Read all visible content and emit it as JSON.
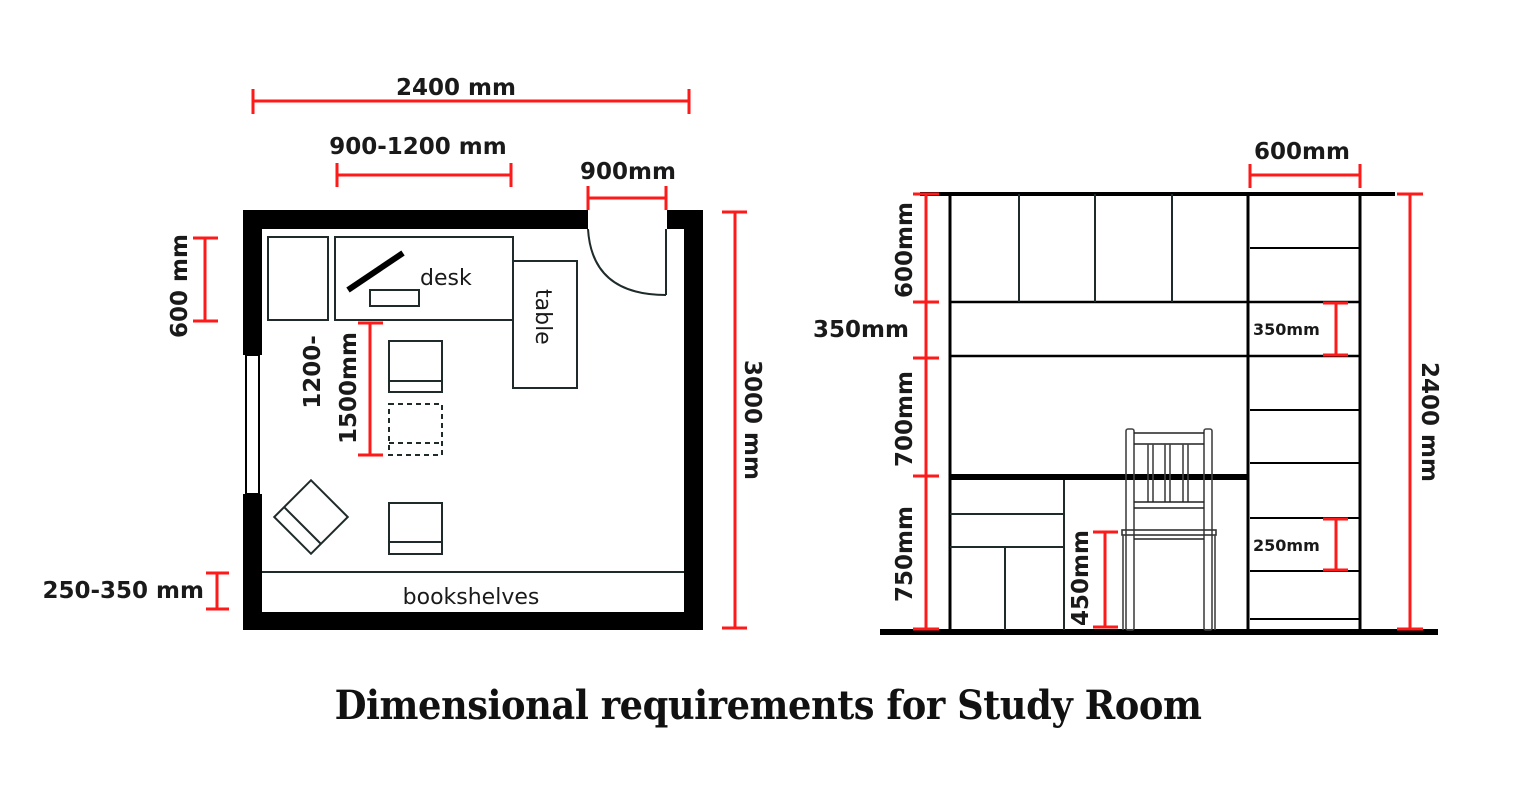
{
  "title": "Dimensional requirements for Study Room",
  "colors": {
    "dimension_line": "#ff1a1a",
    "wall": "#000000",
    "furniture_line": "#1f2a2a",
    "text": "#1a1a1a"
  },
  "floor_plan": {
    "labels": {
      "desk": "desk",
      "table": "table",
      "bookshelves": "bookshelves"
    },
    "dimensions": {
      "room_width": "2400 mm",
      "desk_width": "900-1200 mm",
      "door_width": "900mm",
      "cabinet_depth": "600 mm",
      "clearance_line1": "1200-",
      "clearance_line2": "1500mm",
      "room_length": "3000 mm",
      "shelf_depth": "250-350 mm"
    }
  },
  "elevation": {
    "dimensions": {
      "shelf_unit_width": "600mm",
      "upper_cabinet": "600mm",
      "open_shelf": "350mm",
      "work_space": "700mm",
      "desk_height": "750mm",
      "seat_height": "450mm",
      "shelf_spacing_upper": "350mm",
      "shelf_spacing_lower": "250mm",
      "total_height": "2400 mm"
    }
  }
}
